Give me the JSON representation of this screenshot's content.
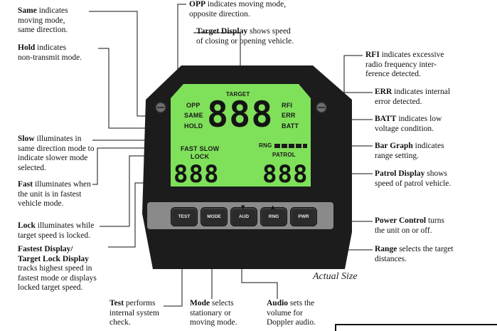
{
  "labels": {
    "same": {
      "title": "Same",
      "text": [
        "indicates",
        "moving mode,",
        "same direction."
      ]
    },
    "hold": {
      "title": "Hold",
      "text": [
        "indicates",
        "non-transmit mode."
      ]
    },
    "slow": {
      "title": "Slow",
      "text": [
        "illuminates in",
        "same direction mode to",
        "indicate slower mode",
        "selected."
      ]
    },
    "fast": {
      "title": "Fast",
      "text": [
        "illuminates when",
        "the unit is in fastest",
        "vehicle mode."
      ]
    },
    "lock": {
      "title": "Lock",
      "text": [
        "illuminates while",
        "target speed is locked."
      ]
    },
    "fastest": {
      "title": "Fastest Display/",
      "title2": "Target Lock Display",
      "text": [
        "tracks highest speed in",
        "fastest mode or displays",
        "locked target speed."
      ]
    },
    "opp": {
      "title": "OPP",
      "text": [
        "indicates moving mode,",
        "opposite direction."
      ]
    },
    "target": {
      "title": "Target Display",
      "text": [
        "shows speed",
        "of closing or opening vehicle."
      ]
    },
    "rfi": {
      "title": "RFI",
      "text": [
        "indicates excessive",
        "radio frequency inter-",
        "ference detected."
      ]
    },
    "err": {
      "title": "ERR",
      "text": [
        "indicates internal",
        "error detected."
      ]
    },
    "batt": {
      "title": "BATT",
      "text": [
        "indicates low",
        "voltage condition."
      ]
    },
    "bargraph": {
      "title": "Bar Graph",
      "text": [
        "indicates",
        "range setting."
      ]
    },
    "patrol": {
      "title": "Patrol Display",
      "text": [
        "shows",
        "speed of patrol vehicle."
      ]
    },
    "power": {
      "title": "Power Control",
      "text": [
        "turns",
        "the unit on or off."
      ]
    },
    "range": {
      "title": "Range",
      "text": [
        "selects the target",
        "distances."
      ]
    },
    "test": {
      "title": "Test",
      "text": [
        "performs",
        "internal system",
        "check."
      ]
    },
    "mode": {
      "title": "Mode",
      "text": [
        "selects",
        "stationary or",
        "moving mode."
      ]
    },
    "audio": {
      "title": "Audio",
      "text": [
        "sets the",
        "volume for",
        "Doppler audio."
      ]
    }
  },
  "caption": "Actual Size",
  "display": {
    "target_label": "TARGET",
    "opp": "OPP",
    "same": "SAME",
    "hold": "HOLD",
    "rfi": "RFI",
    "err": "ERR",
    "batt": "BATT",
    "target_digits": "888",
    "fast_slow": "FAST SLOW",
    "lock": "LOCK",
    "rng": "RNG",
    "patrol_label": "PATROL",
    "left_digits": "888",
    "patrol_digits": "888"
  },
  "buttons": [
    "TEST",
    "MODE",
    "AUD",
    "RNG",
    "PWR"
  ],
  "colors": {
    "lcd": "#7fe05a",
    "housing": "#1c1c1c",
    "panel": "#8a8a8a"
  }
}
